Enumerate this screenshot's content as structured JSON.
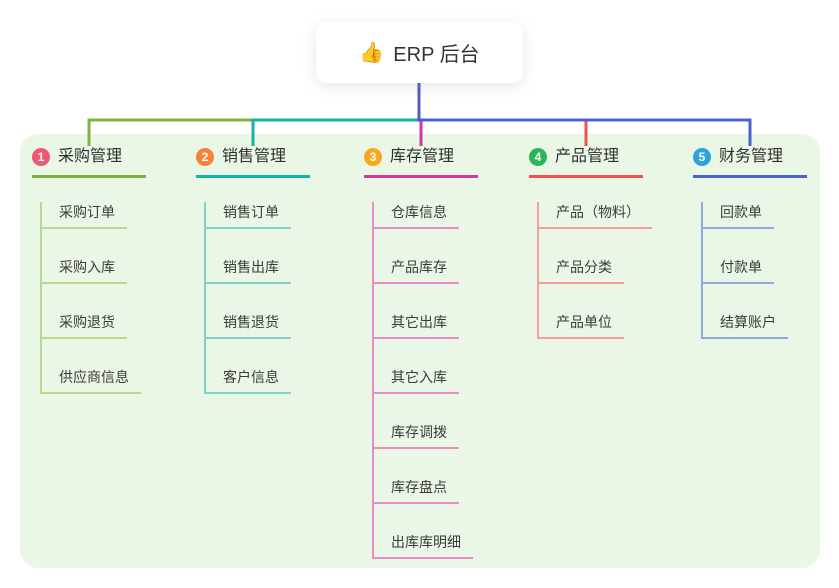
{
  "root": {
    "icon": "👍",
    "title": "ERP 后台"
  },
  "colors": {
    "root_line": "#4f5cc4",
    "panel_bg": "#ebf7e6",
    "card_bg": "#ffffff",
    "text_dark": "#333333"
  },
  "branches": [
    {
      "index": "1",
      "label": "采购管理",
      "line_color": "#7cb43e",
      "child_line_color": "#b5d98e",
      "badge_color": "#f25670",
      "children": [
        "采购订单",
        "采购入库",
        "采购退货",
        "供应商信息"
      ]
    },
    {
      "index": "2",
      "label": "销售管理",
      "line_color": "#13b2a5",
      "child_line_color": "#7ed3c9",
      "badge_color": "#f5823a",
      "children": [
        "销售订单",
        "销售出库",
        "销售退货",
        "客户信息"
      ]
    },
    {
      "index": "3",
      "label": "库存管理",
      "line_color": "#cf3a9d",
      "child_line_color": "#e98cc7",
      "badge_color": "#f9a81b",
      "children": [
        "仓库信息",
        "产品库存",
        "其它出库",
        "其它入库",
        "库存调拨",
        "库存盘点",
        "出库库明细"
      ]
    },
    {
      "index": "4",
      "label": "产品管理",
      "line_color": "#f2504e",
      "child_line_color": "#f79e99",
      "badge_color": "#2db456",
      "children": [
        "产品（物料）",
        "产品分类",
        "产品单位"
      ]
    },
    {
      "index": "5",
      "label": "财务管理",
      "line_color": "#4a62cf",
      "child_line_color": "#93a7e0",
      "badge_color": "#2aa3da",
      "children": [
        "回款单",
        "付款单",
        "结算账户"
      ]
    }
  ]
}
